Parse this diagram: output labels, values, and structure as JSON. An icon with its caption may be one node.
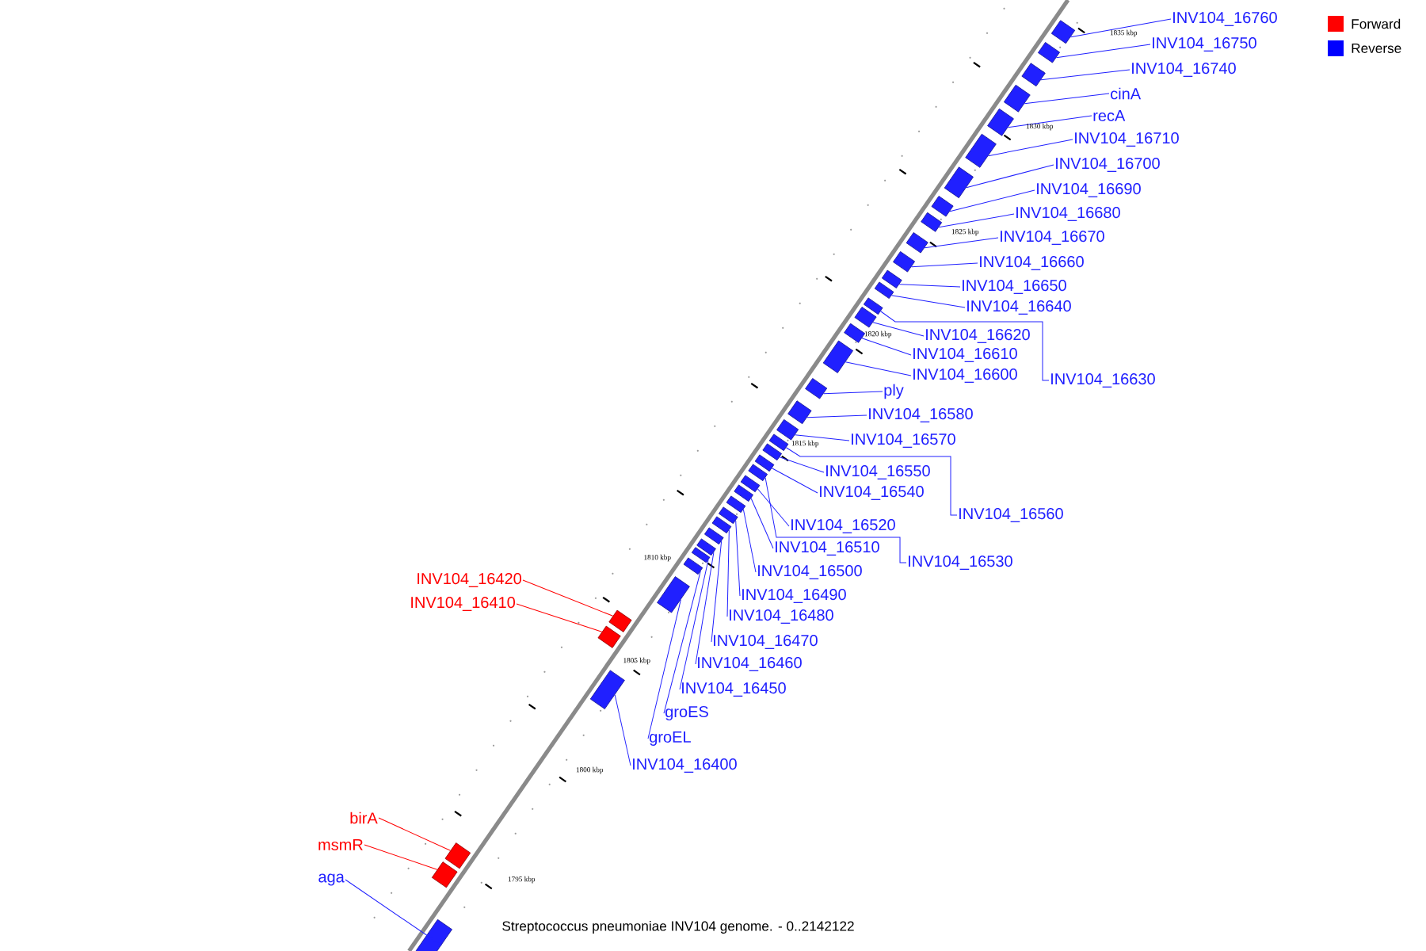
{
  "diagram": {
    "caption": "Streptococcus pneumoniae INV104 genome. - 0..2142122",
    "nodes": [
      {
        "text": [
          "INV104_16760"
        ]
      },
      {
        "text": [
          "INV104_16750"
        ]
      },
      {
        "text": [
          "INV104_16740"
        ]
      },
      {
        "text": [
          "cinA"
        ]
      },
      {
        "text": [
          "recA"
        ]
      },
      {
        "text": [
          "INV104_16710"
        ]
      },
      {
        "text": [
          "INV104_16700"
        ]
      },
      {
        "text": [
          "INV104_16690"
        ]
      },
      {
        "text": [
          "INV104_16680"
        ]
      },
      {
        "text": [
          "INV104_16670"
        ]
      },
      {
        "text": [
          "INV104_16660"
        ]
      },
      {
        "text": [
          "INV104_16650"
        ]
      },
      {
        "text": [
          "INV104_16640"
        ]
      },
      {
        "text": [
          "INV104_16620"
        ]
      },
      {
        "text": [
          "INV104_16610"
        ]
      },
      {
        "text": [
          "INV104_16600"
        ]
      },
      {
        "text": [
          "INV104_16630"
        ]
      },
      {
        "text": [
          "ply"
        ]
      },
      {
        "text": [
          "INV104_16580"
        ]
      },
      {
        "text": [
          "INV104_16570"
        ]
      },
      {
        "text": [
          "INV104_16550"
        ]
      },
      {
        "text": [
          "INV104_16540"
        ]
      },
      {
        "text": [
          "INV104_16560"
        ]
      },
      {
        "text": [
          "INV104_16520"
        ]
      },
      {
        "text": [
          "INV104_16510"
        ]
      },
      {
        "text": [
          "INV104_16530"
        ]
      },
      {
        "text": [
          "INV104_16500"
        ]
      },
      {
        "text": [
          "INV104_16420"
        ]
      },
      {
        "text": [
          "INV104_16490"
        ]
      },
      {
        "text": [
          "INV104_16410"
        ]
      },
      {
        "text": [
          "INV104_16480"
        ]
      },
      {
        "text": [
          "INV104_16470"
        ]
      },
      {
        "text": [
          "INV104_16460"
        ]
      },
      {
        "text": [
          "INV104_16450"
        ]
      },
      {
        "text": [
          "groES"
        ]
      },
      {
        "text": [
          "groEL"
        ]
      },
      {
        "text": [
          "INV104_16400"
        ]
      },
      {
        "text": [
          "birA"
        ]
      },
      {
        "text": [
          "msmR"
        ]
      },
      {
        "text": [
          "aga"
        ]
      },
      {
        "text": [],
        "shape": "box"
      },
      {
        "text": [],
        "shape": "box"
      },
      {
        "text": [],
        "shape": "box"
      },
      {
        "text": [],
        "shape": "box"
      },
      {
        "text": [],
        "shape": "box"
      },
      {
        "text": [],
        "shape": "box"
      },
      {
        "text": [],
        "shape": "box"
      },
      {
        "text": [],
        "shape": "box"
      },
      {
        "text": [],
        "shape": "box"
      },
      {
        "text": [],
        "shape": "box"
      },
      {
        "text": [],
        "shape": "box"
      },
      {
        "text": [],
        "shape": "box"
      },
      {
        "text": [],
        "shape": "box"
      },
      {
        "text": [],
        "shape": "box"
      },
      {
        "text": [],
        "shape": "box"
      },
      {
        "text": [],
        "shape": "box"
      },
      {
        "text": [],
        "shape": "box"
      },
      {
        "text": [],
        "shape": "box"
      },
      {
        "text": [],
        "shape": "box"
      },
      {
        "text": [],
        "shape": "box"
      },
      {
        "text": [],
        "shape": "box"
      },
      {
        "text": [],
        "shape": "box"
      },
      {
        "text": [],
        "shape": "box"
      },
      {
        "text": [],
        "shape": "box"
      },
      {
        "text": [],
        "shape": "box"
      },
      {
        "text": [],
        "shape": "box"
      },
      {
        "text": [],
        "shape": "box"
      },
      {
        "text": [],
        "shape": "box"
      },
      {
        "text": [],
        "shape": "box"
      },
      {
        "text": [],
        "shape": "box"
      },
      {
        "text": [],
        "shape": "box"
      },
      {
        "text": [],
        "shape": "box"
      },
      {
        "text": [],
        "shape": "box"
      },
      {
        "text": [],
        "shape": "box"
      },
      {
        "text": [],
        "shape": "box"
      },
      {
        "text": [],
        "shape": "box"
      },
      {
        "text": [],
        "shape": "box"
      },
      {
        "text": [],
        "shape": "box"
      },
      {
        "text": [],
        "shape": "box"
      },
      {
        "text": [],
        "shape": "box"
      }
    ],
    "edges": [
      {
        "from": 0,
        "to": 40,
        "arrow": "none"
      },
      {
        "from": 1,
        "to": 41,
        "arrow": "none"
      },
      {
        "from": 2,
        "to": 42,
        "arrow": "none"
      },
      {
        "from": 3,
        "to": 43,
        "arrow": "none"
      },
      {
        "from": 4,
        "to": 44,
        "arrow": "none"
      },
      {
        "from": 5,
        "to": 45,
        "arrow": "none"
      },
      {
        "from": 6,
        "to": 46,
        "arrow": "none"
      },
      {
        "from": 7,
        "to": 47,
        "arrow": "none"
      },
      {
        "from": 8,
        "to": 48,
        "arrow": "none"
      },
      {
        "from": 9,
        "to": 49,
        "arrow": "none"
      },
      {
        "from": 10,
        "to": 50,
        "arrow": "none"
      },
      {
        "from": 11,
        "to": 51,
        "arrow": "none"
      },
      {
        "from": 12,
        "to": 52,
        "arrow": "none"
      },
      {
        "from": 13,
        "to": 53,
        "arrow": "none"
      },
      {
        "from": 14,
        "to": 54,
        "arrow": "none"
      },
      {
        "from": 15,
        "to": 55,
        "arrow": "none"
      },
      {
        "from": 16,
        "to": 56,
        "arrow": "none"
      },
      {
        "from": 17,
        "to": 57,
        "arrow": "none"
      },
      {
        "from": 18,
        "to": 58,
        "arrow": "none"
      },
      {
        "from": 19,
        "to": 59,
        "arrow": "none"
      },
      {
        "from": 20,
        "to": 60,
        "arrow": "none"
      },
      {
        "from": 21,
        "to": 61,
        "arrow": "none"
      },
      {
        "from": 22,
        "to": 62,
        "arrow": "none"
      },
      {
        "from": 23,
        "to": 63,
        "arrow": "none"
      },
      {
        "from": 24,
        "to": 64,
        "arrow": "none"
      },
      {
        "from": 25,
        "to": 65,
        "arrow": "none"
      },
      {
        "from": 26,
        "to": 66,
        "arrow": "none"
      },
      {
        "from": 27,
        "to": 67,
        "arrow": "none",
        "color": "#ff0000"
      },
      {
        "from": 28,
        "to": 68,
        "arrow": "none"
      },
      {
        "from": 29,
        "to": 69,
        "arrow": "none",
        "color": "#ff0000"
      },
      {
        "from": 30,
        "to": 70,
        "arrow": "none"
      },
      {
        "from": 31,
        "to": 71,
        "arrow": "none"
      },
      {
        "from": 32,
        "to": 72,
        "arrow": "none"
      },
      {
        "from": 33,
        "to": 73,
        "arrow": "none"
      },
      {
        "from": 34,
        "to": 74,
        "arrow": "none"
      },
      {
        "from": 35,
        "to": 75,
        "arrow": "none"
      },
      {
        "from": 36,
        "to": 76,
        "arrow": "none"
      },
      {
        "from": 37,
        "to": 77,
        "arrow": "none",
        "color": "#ff0000"
      },
      {
        "from": 38,
        "to": 78,
        "arrow": "none",
        "color": "#ff0000"
      },
      {
        "from": 39,
        "to": 79,
        "arrow": "none"
      }
    ],
    "labels": [
      "1835 kbp",
      "1830 kbp",
      "1825 kbp",
      "1820 kbp",
      "1815 kbp",
      "1810 kbp",
      "1805 kbp",
      "1800 kbp",
      "1795 kbp"
    ],
    "legend": [
      {
        "text": "Forward",
        "color": "#ff0000"
      },
      {
        "text": "Reverse",
        "color": "#0000ff"
      }
    ]
  }
}
